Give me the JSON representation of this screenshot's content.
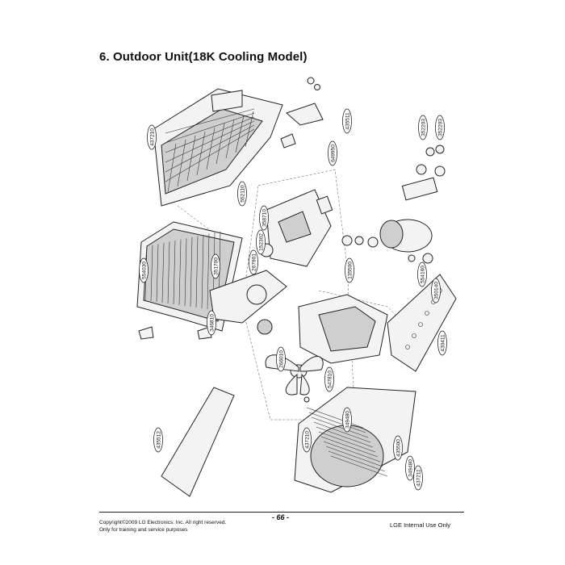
{
  "title": "6. Outdoor Unit(18K Cooling Model)",
  "part_labels": [
    "437210",
    "435511",
    "649950",
    "352203",
    "352203",
    "552110",
    "358710",
    "152302",
    "554030",
    "267901",
    "351700",
    "346810",
    "266010",
    "547810",
    "349480",
    "135500",
    "554160",
    "350140",
    "430411",
    "435512",
    "437210",
    "435500",
    "349480",
    "437211"
  ],
  "footer": {
    "copyright": "Copyright©2009 LG Electronics. Inc. All right reserved.",
    "training": "Only for training and service purposes",
    "page": "- 66 -",
    "internal": "LGE Internal Use Only"
  }
}
